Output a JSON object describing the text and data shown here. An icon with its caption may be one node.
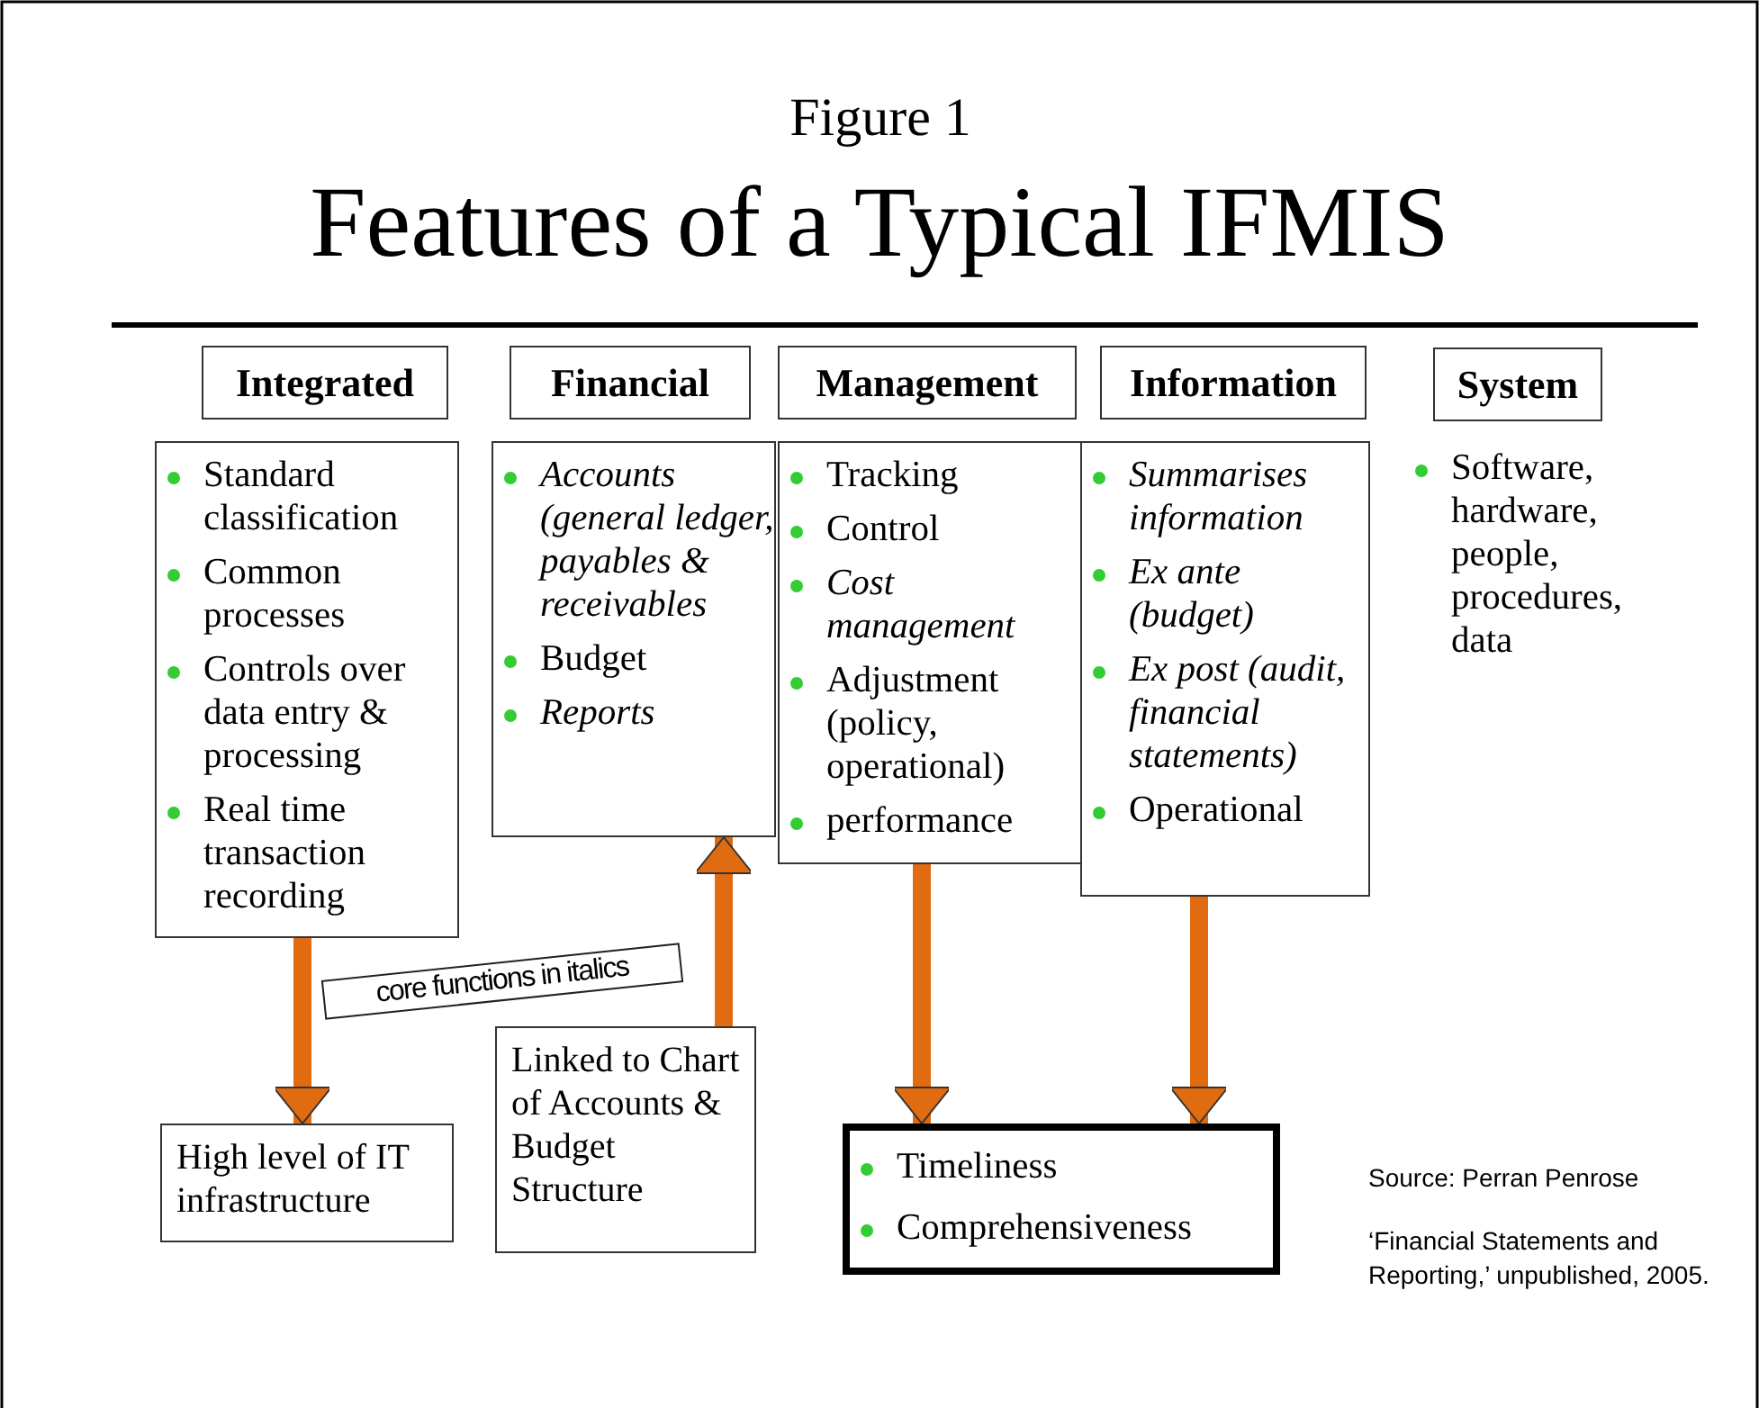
{
  "diagram": {
    "title": "Features of a Typical IFMIS",
    "nodes": [
      {
        "text": [
          "Integrated"
        ]
      },
      {
        "text": [
          "Financial"
        ]
      },
      {
        "text": [
          "Management"
        ]
      },
      {
        "text": [
          "Information"
        ]
      },
      {
        "text": [
          "System"
        ]
      },
      {
        "text": [
          "Standard classification",
          "Common processes",
          "Controls over data entry & processing",
          "Real time transaction recording"
        ]
      },
      {
        "text": [
          "*Accounts (general ledger, payables & receivables*",
          "Budget",
          "*Reports*"
        ]
      },
      {
        "text": [
          "Tracking",
          "Control",
          "*Cost management*",
          "Adjustment (policy, operational)",
          "performance"
        ]
      },
      {
        "text": [
          "*Summarises information*",
          "*Ex ante (budget)*",
          "*Ex post (audit, financial statements)*",
          "Operational"
        ]
      },
      {
        "text": [
          "High level of IT infrastructure"
        ]
      },
      {
        "text": [
          "Linked to Chart of Accounts & Budget Structure"
        ]
      },
      {
        "text": [
          "Timeliness",
          "Comprehensiveness"
        ]
      },
      {
        "text": [
          "core functions in italics"
        ]
      }
    ],
    "edges": [
      {
        "from": 5,
        "to": 9,
        "arrow": "to"
      },
      {
        "from": 10,
        "to": 6,
        "arrow": "to"
      },
      {
        "from": 7,
        "to": 11,
        "arrow": "to"
      },
      {
        "from": 8,
        "to": 11,
        "arrow": "to"
      }
    ],
    "labels": [
      "Figure 1",
      "Software, hardware, people, procedures, data",
      "Source: Perran Penrose",
      "‘Financial Statements and Reporting,’ unpublished, 2005."
    ]
  }
}
